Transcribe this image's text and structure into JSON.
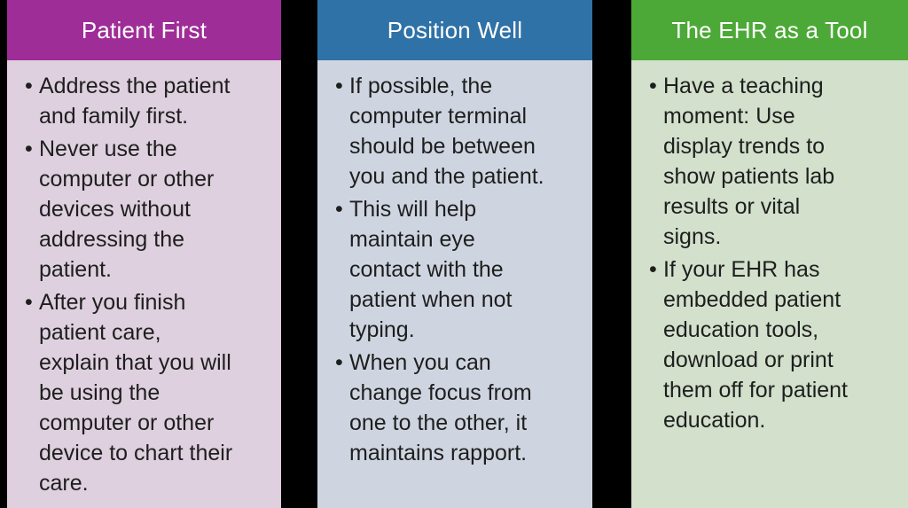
{
  "colors": {
    "background": "#000000",
    "header_text": "#FFFFFF",
    "body_text": "#1E1E1E"
  },
  "columns": [
    {
      "title": "Patient First",
      "header_color": "#9F2D97",
      "body_color": "#DED0DE",
      "bullets": [
        "Address the patient\nand family first.",
        "Never use the\ncomputer or other\ndevices without\naddressing the\npatient.",
        "After you finish\npatient care,\nexplain that you will\nbe using the\ncomputer or other\ndevice to chart their\ncare."
      ]
    },
    {
      "title": "Position Well",
      "header_color": "#2F72A7",
      "body_color": "#CED5E0",
      "bullets": [
        "If possible, the\ncomputer terminal\nshould be between\nyou and the patient.",
        "This will help\nmaintain eye\ncontact with the\npatient when not\ntyping.",
        "When you can\nchange focus from\none to the other, it\nmaintains rapport."
      ]
    },
    {
      "title": "The EHR as a Tool",
      "header_color": "#4CA937",
      "body_color": "#D2E0CC",
      "bullets": [
        "Have a teaching\nmoment: Use\ndisplay trends to\nshow patients lab\nresults or vital\nsigns.",
        "If your EHR has\nembedded patient\neducation tools,\ndownload or print\nthem off for patient\neducation."
      ]
    }
  ]
}
